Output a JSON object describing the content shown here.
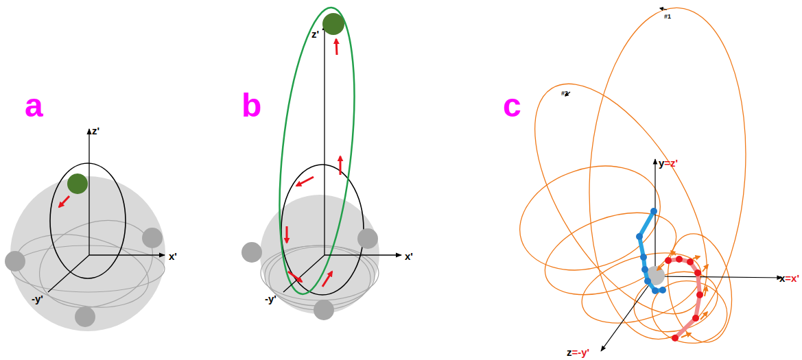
{
  "diagram": {
    "labels": [
      "a",
      "b",
      "c",
      "z'",
      "x'",
      "-y'",
      "z'",
      "x'",
      "-y'",
      "y",
      "=z'",
      "x",
      "=x'",
      "z",
      "=-y'",
      "#1",
      "#2"
    ]
  }
}
